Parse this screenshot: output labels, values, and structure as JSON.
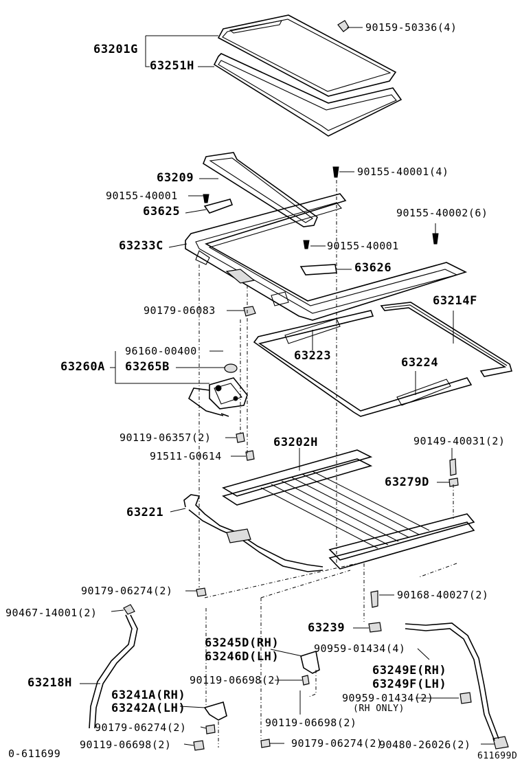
{
  "labels": {
    "p90159_50336": "90159-50336(4)",
    "p63201G": "63201G",
    "p63251H": "63251H",
    "p63209": "63209",
    "p90155_40001_4": "90155-40001(4)",
    "p90155_40001_a": "90155-40001",
    "p63625": "63625",
    "p90155_40002_6": "90155-40002(6)",
    "p63233C": "63233C",
    "p90155_40001_b": "90155-40001",
    "p63626": "63626",
    "p90179_06083": "90179-06083",
    "p63214F": "63214F",
    "p96160_00400": "96160-00400",
    "p63223": "63223",
    "p63260A": "63260A",
    "p63265B": "63265B",
    "p63224": "63224",
    "p90119_06357": "90119-06357(2)",
    "p63202H": "63202H",
    "p90149_40031": "90149-40031(2)",
    "p91511_G0614": "91511-G0614",
    "p63279D": "63279D",
    "p63221": "63221",
    "p90179_06274_a": "90179-06274(2)",
    "p90168_40027": "90168-40027(2)",
    "p90467_14001": "90467-14001(2)",
    "p63239": "63239",
    "p63245D": "63245D(RH)",
    "p63246D": "63246D(LH)",
    "p90959_01434_4": "90959-01434(4)",
    "p63218H": "63218H",
    "p90119_06698_a": "90119-06698(2)",
    "p63249E": "63249E(RH)",
    "p63249F": "63249F(LH)",
    "p63241A": "63241A(RH)",
    "p63242A": "63242A(LH)",
    "p90959_01434_2": "90959-01434(2)",
    "p_rh_only": "(RH ONLY)",
    "p90179_06274_b": "90179-06274(2)",
    "p90119_06698_b": "90119-06698(2)",
    "p90480_26026": "90480-26026(2)",
    "p90119_06698_c": "90119-06698(2)",
    "p90179_06274_c": "90179-06274(2)"
  },
  "footer": {
    "left_code": "0-611699",
    "right_code": "611699D"
  }
}
